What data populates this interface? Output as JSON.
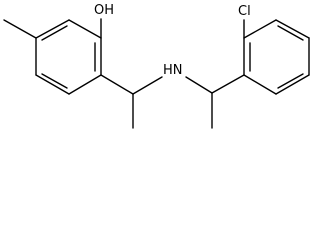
{
  "molecule": {
    "atoms": {
      "oh_label": "OH",
      "nh_label": "HN",
      "cl_label": "Cl"
    },
    "colors": {
      "bond": "#000000",
      "text": "#000000",
      "background": "#ffffff"
    }
  }
}
